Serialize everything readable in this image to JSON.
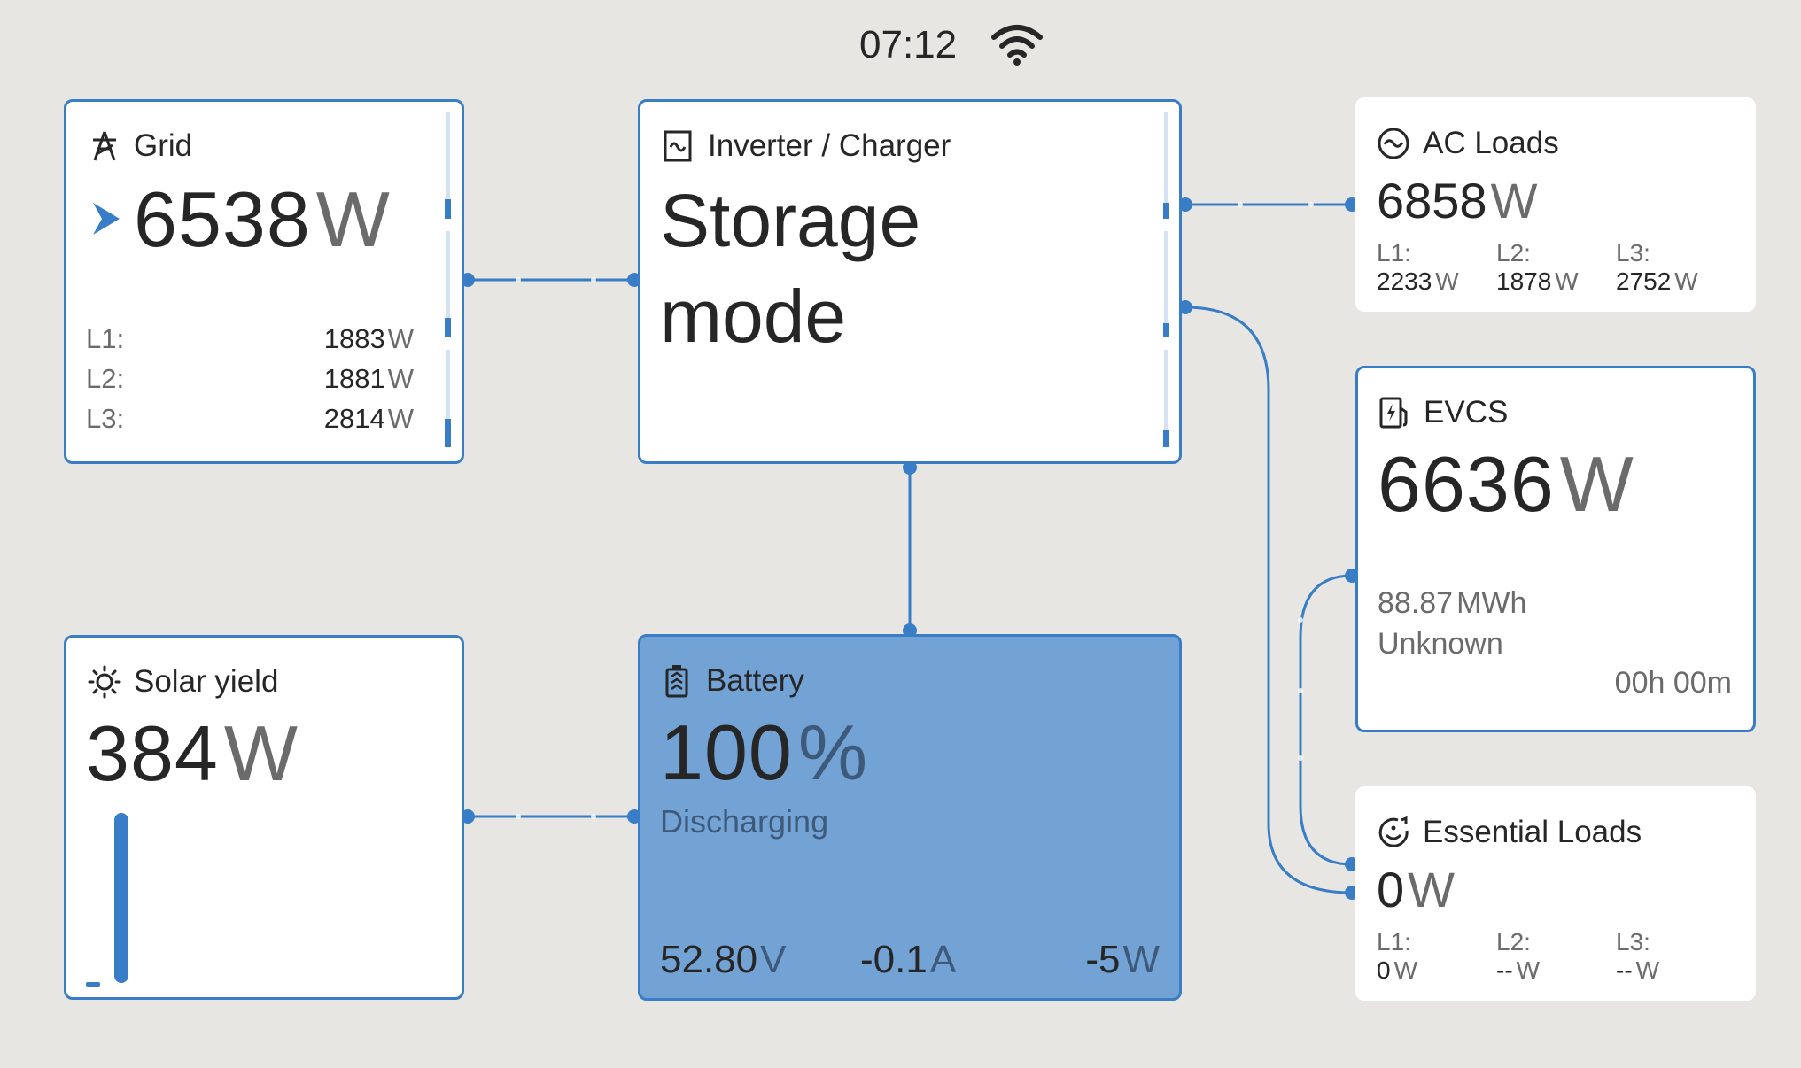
{
  "status": {
    "time": "07:12",
    "wifi_icon": "wifi-icon"
  },
  "grid": {
    "title": "Grid",
    "icon": "grid-tower-icon",
    "direction_icon": "arrow-right-icon",
    "power_value": "6538",
    "power_unit": "W",
    "phases": [
      {
        "label": "L1:",
        "value": "1883",
        "unit": "W"
      },
      {
        "label": "L2:",
        "value": "1881",
        "unit": "W"
      },
      {
        "label": "L3:",
        "value": "2814",
        "unit": "W"
      }
    ]
  },
  "inverter": {
    "title": "Inverter / Charger",
    "icon": "inverter-icon",
    "mode_line1": "Storage",
    "mode_line2": "mode"
  },
  "ac_loads": {
    "title": "AC Loads",
    "icon": "ac-wave-icon",
    "power_value": "6858",
    "power_unit": "W",
    "phases": [
      {
        "label": "L1:",
        "value": "2233",
        "unit": "W"
      },
      {
        "label": "L2:",
        "value": "1878",
        "unit": "W"
      },
      {
        "label": "L3:",
        "value": "2752",
        "unit": "W"
      }
    ]
  },
  "evcs": {
    "title": "EVCS",
    "icon": "ev-charger-icon",
    "power_value": "6636",
    "power_unit": "W",
    "energy_value": "88.87",
    "energy_unit": "MWh",
    "status": "Unknown",
    "duration": "00h 00m"
  },
  "essential_loads": {
    "title": "Essential Loads",
    "icon": "essential-loads-icon",
    "power_value": "0",
    "power_unit": "W",
    "phases": [
      {
        "label": "L1:",
        "value": "0",
        "unit": "W"
      },
      {
        "label": "L2:",
        "value": "--",
        "unit": "W"
      },
      {
        "label": "L3:",
        "value": "--",
        "unit": "W"
      }
    ]
  },
  "solar": {
    "title": "Solar yield",
    "icon": "sun-icon",
    "power_value": "384",
    "power_unit": "W",
    "bar_level": 0.98
  },
  "battery": {
    "title": "Battery",
    "icon": "battery-icon",
    "soc_value": "100",
    "soc_unit": "%",
    "state": "Discharging",
    "voltage_value": "52.80",
    "voltage_unit": "V",
    "current_value": "-0.1",
    "current_unit": "A",
    "power_value": "-5",
    "power_unit": "W"
  },
  "colors": {
    "accent": "#387dc5",
    "battery_fill": "#73a2d4",
    "background": "#e7e6e3",
    "track": "#d4e2f2"
  }
}
